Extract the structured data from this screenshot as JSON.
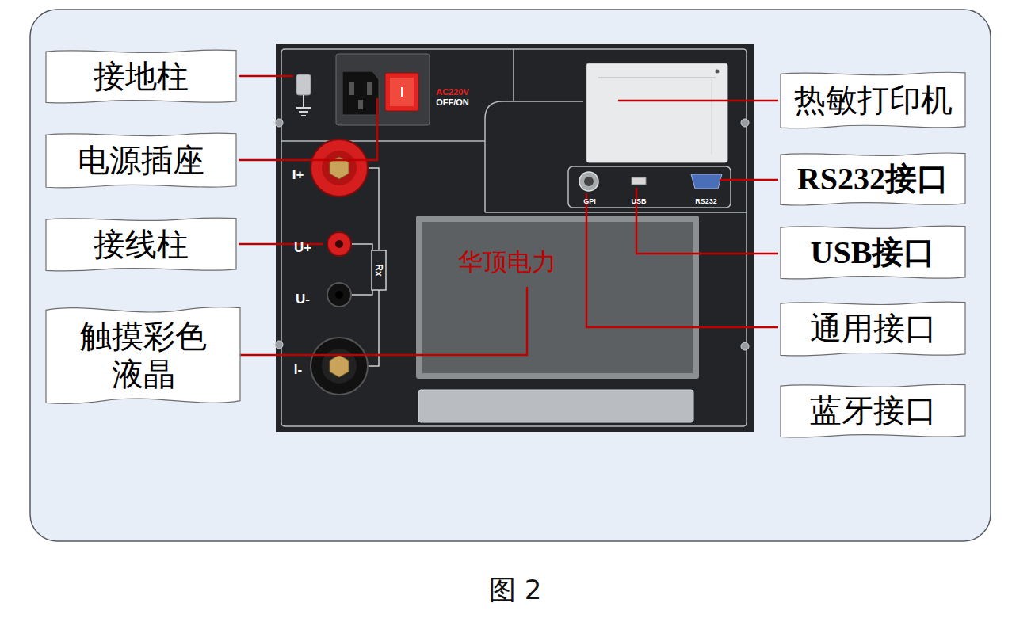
{
  "diagram": {
    "caption": "图 2",
    "nodes": [
      {
        "text": [
          "接地柱"
        ]
      },
      {
        "text": [
          "电源插座"
        ]
      },
      {
        "text": [
          "接线柱"
        ]
      },
      {
        "text": [
          "触摸彩色 液晶"
        ]
      },
      {
        "text": [
          "热敏打印机"
        ]
      },
      {
        "text": [
          "RS232接口"
        ]
      },
      {
        "text": [
          "USB接口"
        ]
      },
      {
        "text": [
          "通用接口"
        ]
      },
      {
        "text": [
          "蓝牙接口"
        ]
      }
    ],
    "labels": [
      "AC220V",
      "OFF/ON",
      "I+",
      "U+",
      "U-",
      "I-",
      "Rx",
      "GPI",
      "USB",
      "RS232",
      "华顶电力"
    ]
  }
}
